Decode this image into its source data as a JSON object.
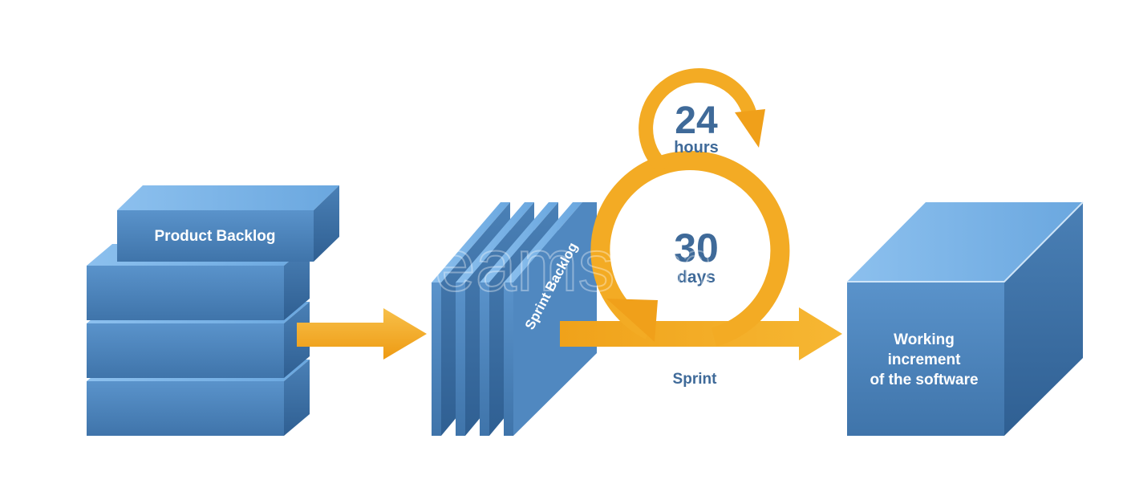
{
  "product_backlog": {
    "label": "Product Backlog"
  },
  "sprint_backlog": {
    "label": "Sprint Backlog"
  },
  "daily_cycle": {
    "number": "24",
    "unit": "hours"
  },
  "sprint_cycle": {
    "number": "30",
    "unit": "days"
  },
  "sprint": {
    "label": "Sprint"
  },
  "increment": {
    "line1": "Working",
    "line2": "increment",
    "line3": "of the software"
  },
  "watermark": {
    "text": "dreamstime"
  },
  "colors": {
    "box_front": "#4f86bd",
    "box_top": "#7ab3e6",
    "box_side": "#3d6fa0",
    "arrow": "#f2a81e",
    "text_dark": "#3f6a99",
    "text_light": "#ffffff"
  }
}
